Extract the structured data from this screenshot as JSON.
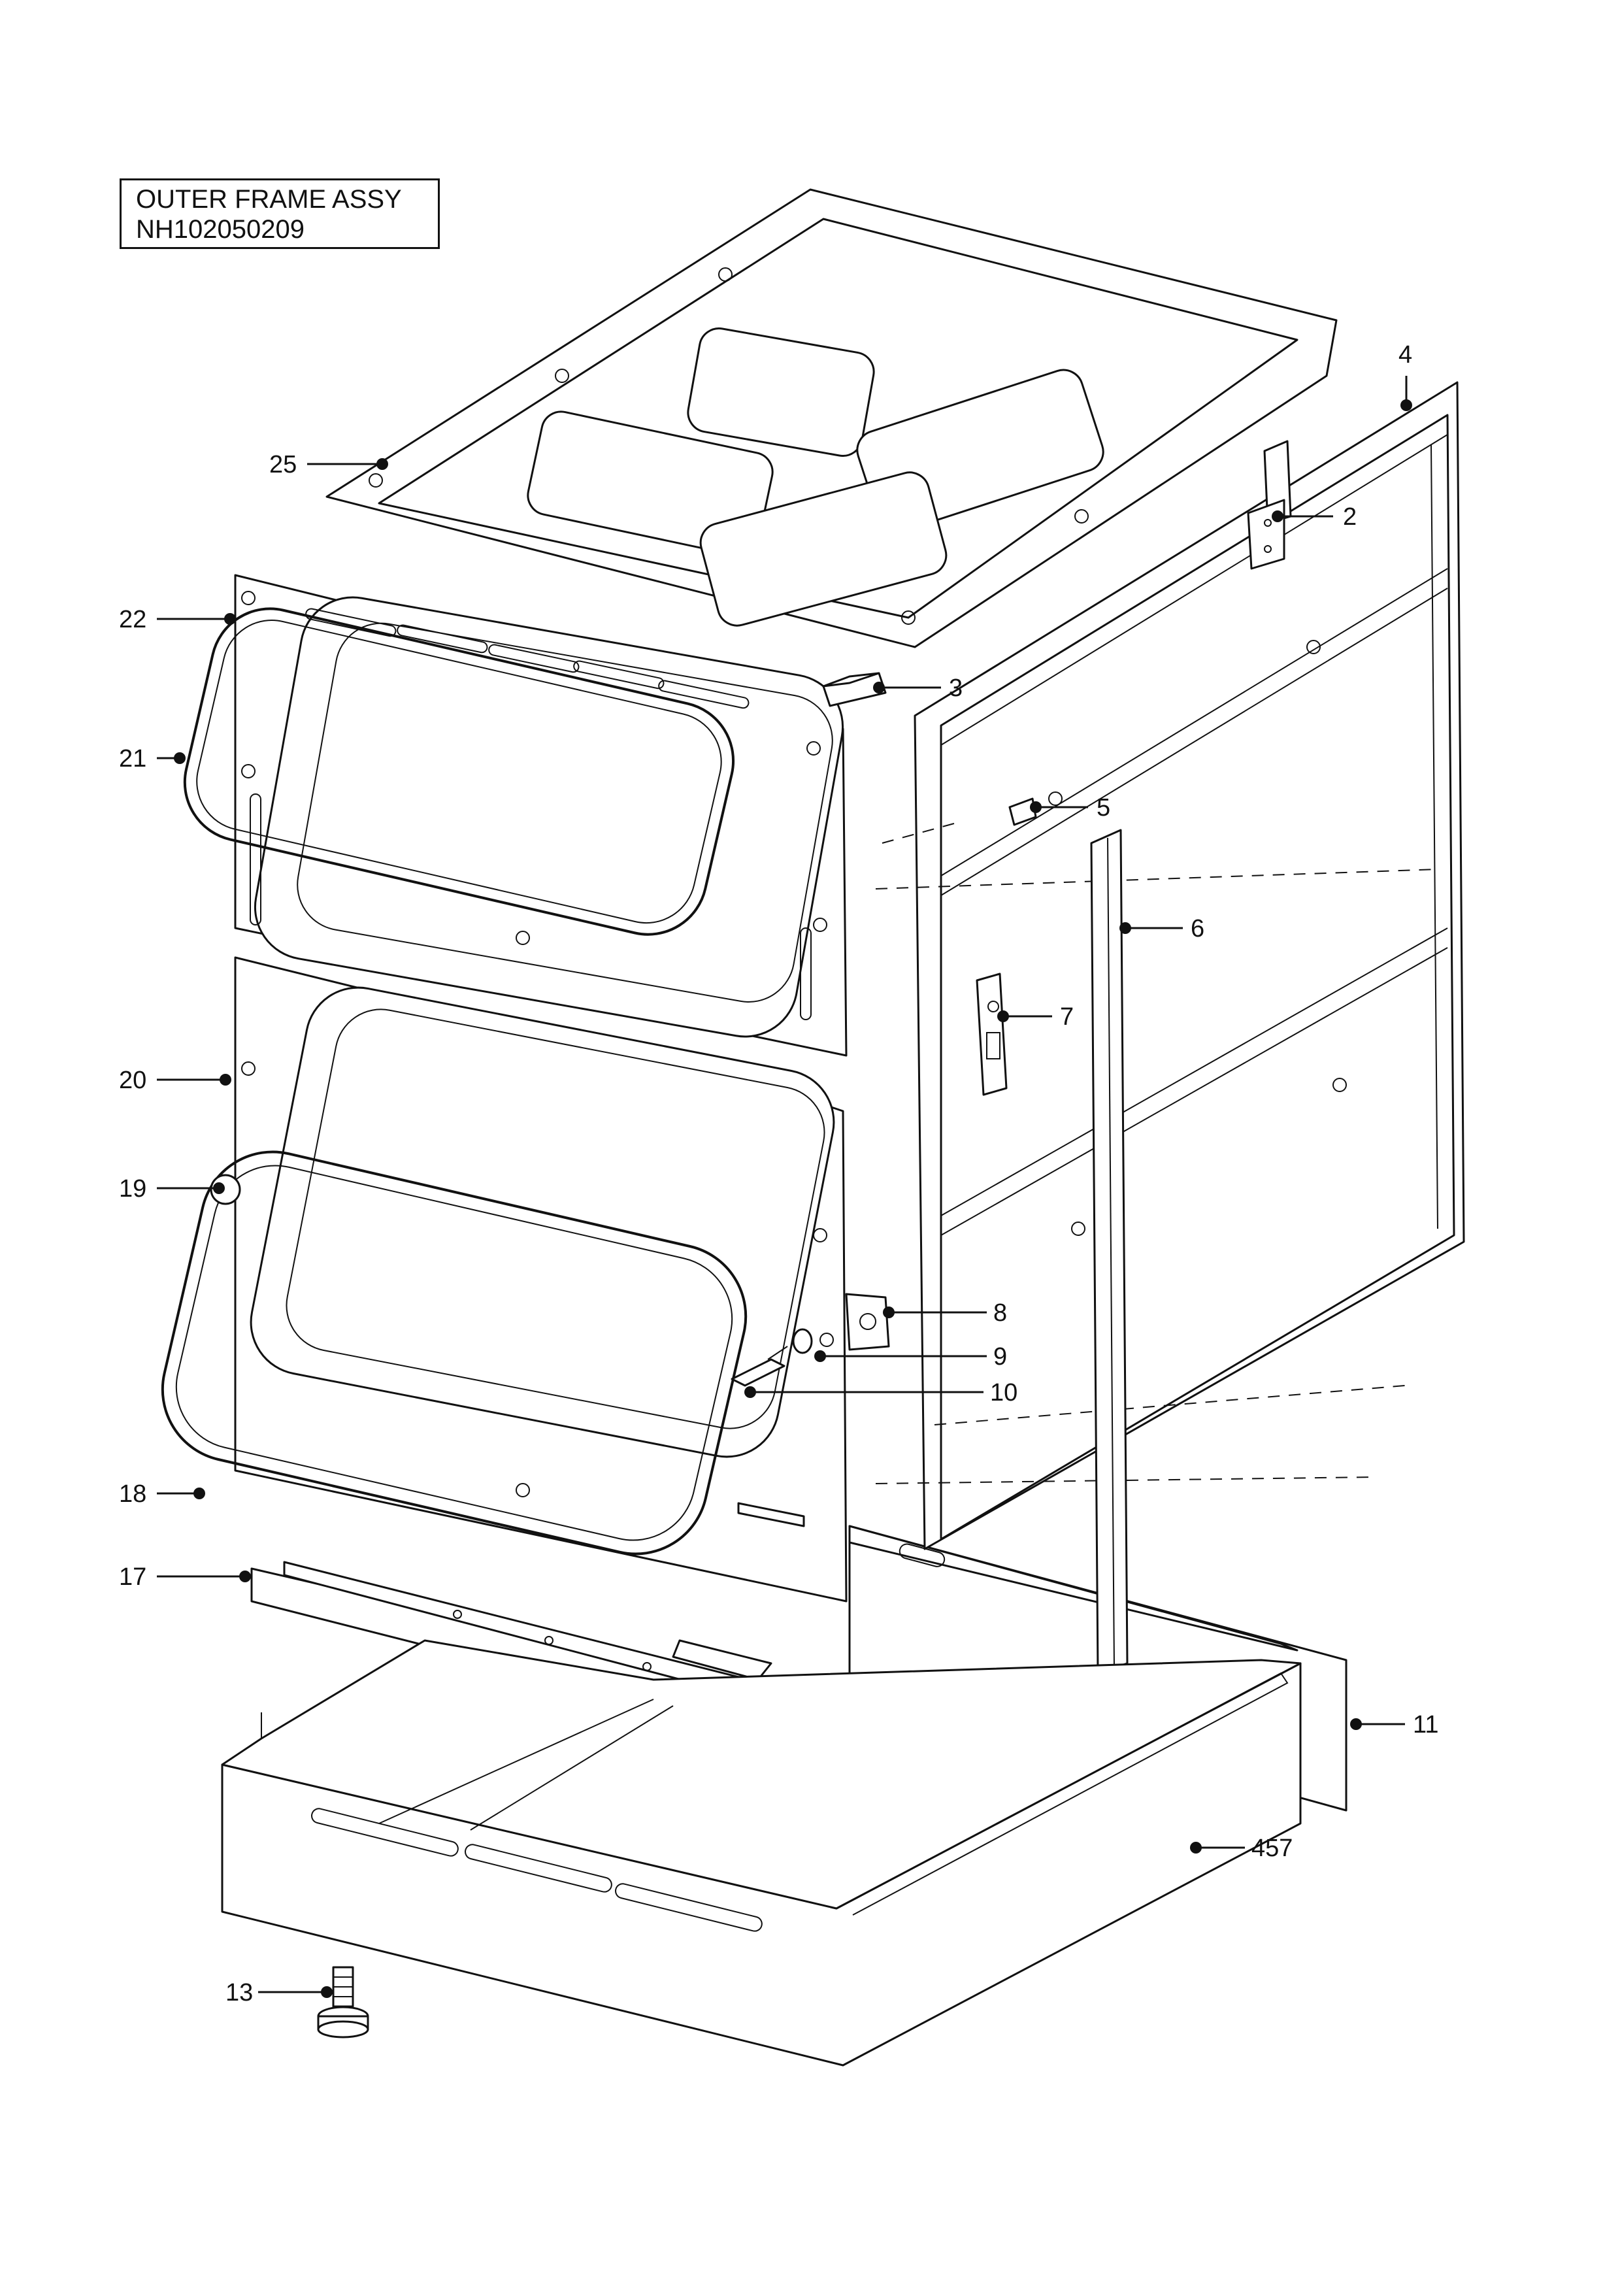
{
  "title": {
    "line1": "OUTER FRAME ASSY",
    "line2": "NH102050209"
  },
  "callouts": {
    "c2": "2",
    "c3": "3",
    "c4": "4",
    "c5": "5",
    "c6": "6",
    "c7": "7",
    "c8": "8",
    "c9": "9",
    "c10": "10",
    "c11": "11",
    "c13": "13",
    "c17": "17",
    "c18": "18",
    "c19": "19",
    "c20": "20",
    "c21": "21",
    "c22": "22",
    "c25": "25",
    "c457": "457"
  }
}
